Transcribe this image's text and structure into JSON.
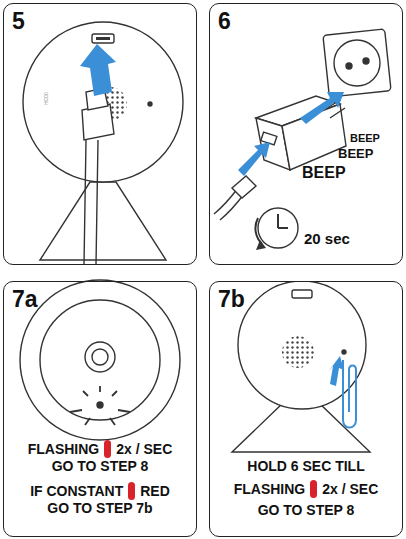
{
  "diagram": {
    "nodes": [
      {
        "text": [
          "5"
        ]
      },
      {
        "text": [
          "6",
          "BEEP",
          "BEEP",
          "BEEP",
          "20 sec"
        ]
      },
      {
        "text": [
          "7a",
          "FLASHING",
          "2x / SEC",
          "GO TO STEP 8",
          "IF CONSTANT",
          "RED",
          "GO TO STEP 7b"
        ]
      },
      {
        "text": [
          "7b",
          "HOLD 6 SEC TILL",
          "FLASHING",
          "2x / SEC",
          "GO TO STEP 8"
        ]
      }
    ]
  }
}
